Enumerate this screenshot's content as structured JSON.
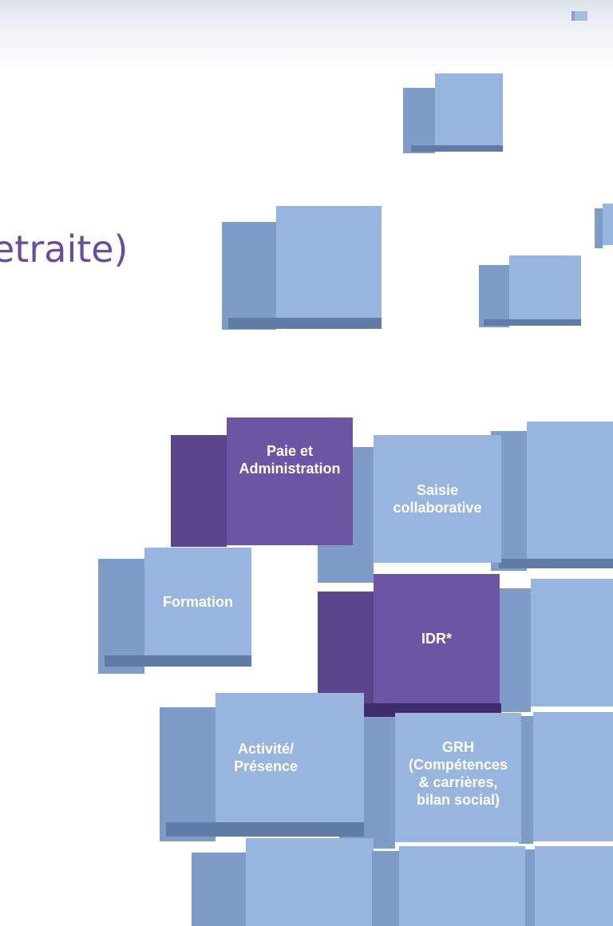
{
  "heading": {
    "text": "etraite)"
  },
  "blocks": {
    "paie": "Paie et\nAdministration",
    "saisie": "Saisie\ncollaborative",
    "formation": "Formation",
    "idr": "IDR*",
    "activite": "Activité/\nPrésence",
    "grh": "GRH\n(Compétences\n& carrières,\nbilan social)"
  },
  "colors": {
    "cube_front": "#98b5e0",
    "cube_side": "#7f9cc8",
    "purple_front": "#6c56a3",
    "heading": "#6a4b9c"
  }
}
